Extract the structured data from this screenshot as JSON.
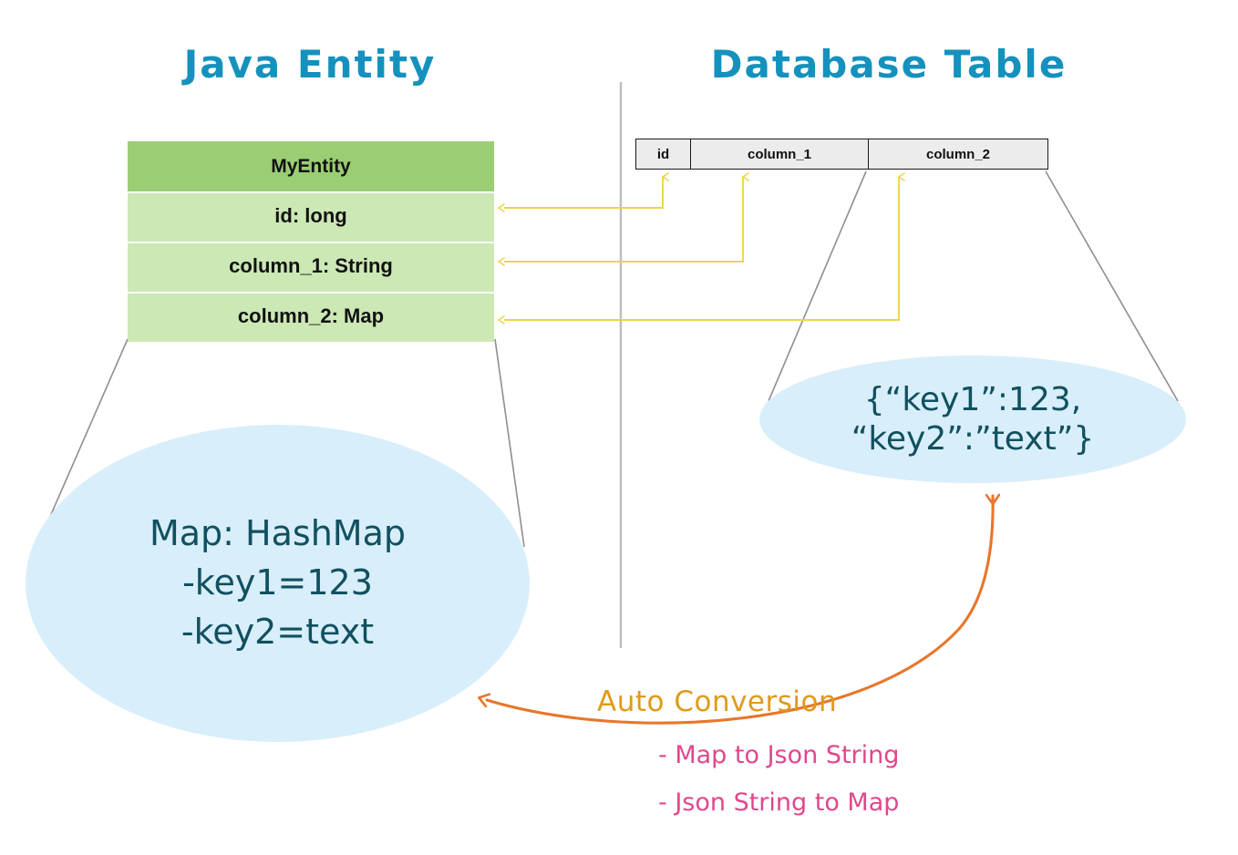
{
  "diagram": {
    "background": "#ffffff",
    "titles": {
      "left": "Java Entity",
      "right": "Database Table",
      "color": "#1492bd"
    },
    "entity": {
      "header": "MyEntity",
      "header_color": "#9ACD74",
      "row_color": "#CCE8B5",
      "fields": [
        "id: long",
        "column_1: String",
        "column_2: Map"
      ]
    },
    "table": {
      "columns": [
        "id",
        "column_1",
        "column_2"
      ],
      "cell_background": "#ececec",
      "border_color": "#1a1a1a"
    },
    "bubbles": {
      "fill": "#D8EEFB",
      "text_color": "#11505F",
      "left": "Map: HashMap\n-key1=123\n-key2=text",
      "right": "{“key1”:123, “key2”:”text”}"
    },
    "annotations": {
      "auto_conversion": "Auto Conversion",
      "auto_conversion_color": "#E09A1A",
      "conversion_items": [
        "- Map to Json String",
        "- Json String to Map"
      ],
      "conversion_items_color": "#E0478C",
      "arrow_orange_color": "#E8762C",
      "arrow_yellow_color": "#EDD44B",
      "connector_grey_color": "#909090",
      "divider_color": "#bdbdbd"
    }
  }
}
